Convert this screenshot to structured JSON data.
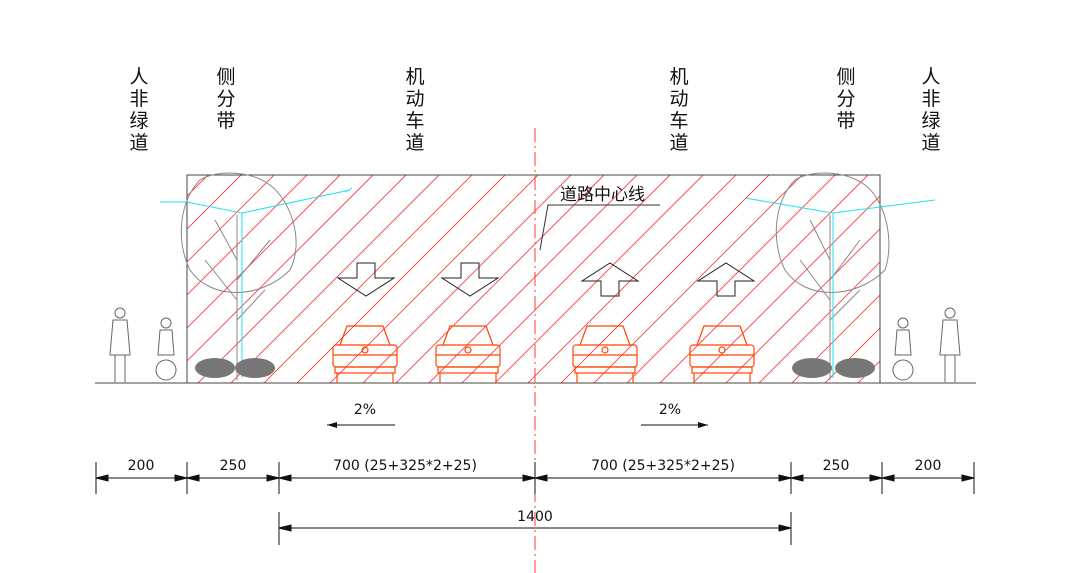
{
  "labels": {
    "left_sidewalk": "人非绿道",
    "left_divider": "侧分带",
    "left_lanes": "机动车道",
    "right_lanes": "机动车道",
    "right_divider": "侧分带",
    "right_sidewalk": "人非绿道",
    "centerline": "道路中心线"
  },
  "slopes": {
    "left": "2%",
    "right": "2%"
  },
  "dimensions": {
    "left_sidewalk": "200",
    "left_divider": "250",
    "left_carriageway": "700 (25+325*2+25)",
    "right_carriageway": "700 (25+325*2+25)",
    "right_divider": "250",
    "right_sidewalk": "200",
    "total_carriageway": "1400"
  },
  "colors": {
    "hatch": "#ff3b3b",
    "car": "#ff4500",
    "lamp": "#22e0f0",
    "line": "#333333"
  }
}
